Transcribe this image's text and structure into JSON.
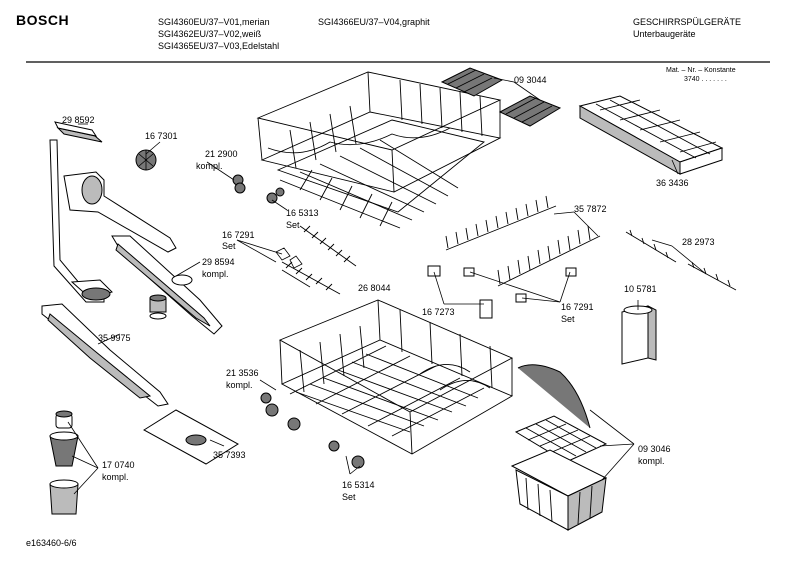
{
  "header": {
    "brand": "BOSCH",
    "models_left": [
      "SGI4360EU/37–V01,merian",
      "SGI4362EU/37–V02,weiß",
      "SGI4365EU/37–V03,Edelstahl"
    ],
    "models_right": [
      "SGI4366EU/37–V04,graphit"
    ],
    "category": "GESCHIRRSPÜLGERÄTE",
    "subcategory": "Unterbaugeräte",
    "mat_line": "Mat. – Nr. – Konstante",
    "mat_value": "3740 . . .   . . . ."
  },
  "labels": {
    "l298592": "29 8592",
    "l167301": "16 7301",
    "l212900": "21 2900",
    "l212900b": "kompl.",
    "l165313": "16 5313",
    "l165313b": "Set",
    "l093044": "09 3044",
    "l363436": "36 3436",
    "l357872": "35 7872",
    "l167291a": "16 7291",
    "l167291ab": "Set",
    "l298594": "29 8594",
    "l298594b": "kompl.",
    "l268044": "26 8044",
    "l282973": "28 2973",
    "l167273": "16 7273",
    "l167291b": "16 7291",
    "l167291bb": "Set",
    "l105781": "10 5781",
    "l359975": "35 9975",
    "l213536": "21 3536",
    "l213536b": "kompl.",
    "l357393": "35 7393",
    "l170740": "17 0740",
    "l170740b": "kompl.",
    "l165314": "16 5314",
    "l165314b": "Set",
    "l093046": "09 3046",
    "l093046b": "kompl."
  },
  "footer": {
    "doc_id": "e163460-6/6"
  }
}
